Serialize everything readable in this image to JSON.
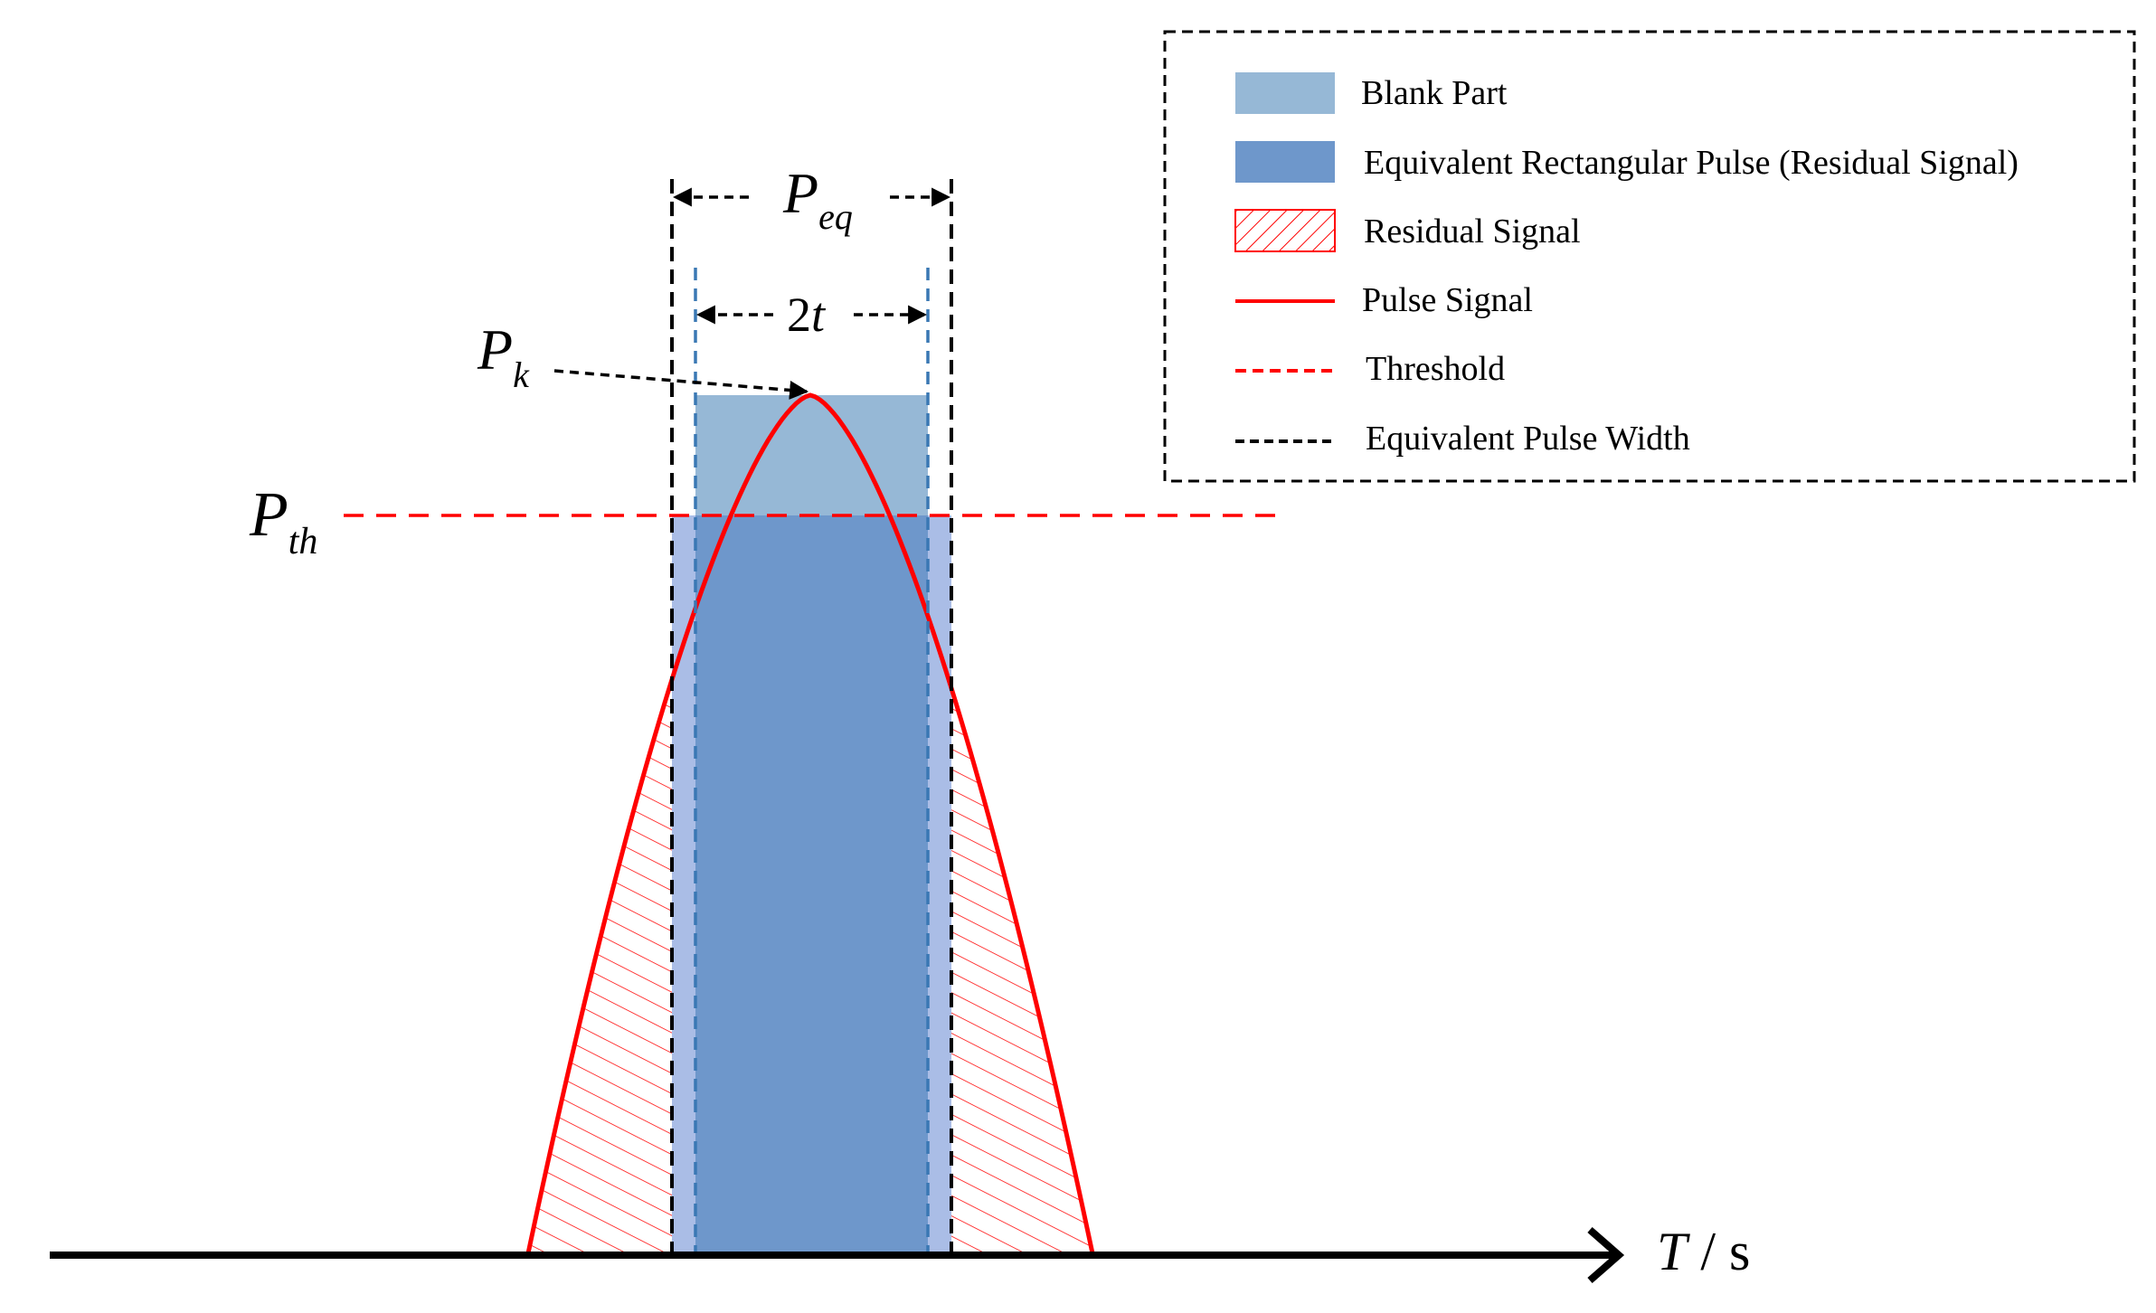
{
  "diagram": {
    "axis": {
      "label_var": "T",
      "label_unit": " / s"
    },
    "annotations": {
      "p_eq": {
        "base": "P",
        "sub": "eq"
      },
      "two_t": {
        "num": "2",
        "var": "t"
      },
      "p_k": {
        "base": "P",
        "sub": "k"
      },
      "p_th": {
        "base": "P",
        "sub": "th"
      }
    },
    "legend": {
      "items": [
        {
          "id": "blank",
          "label": "Blank Part",
          "swatch": "fill",
          "color": "#96b8d6"
        },
        {
          "id": "rect",
          "label": "Equivalent Rectangular Pulse (Residual Signal)",
          "swatch": "fill",
          "color": "#6e97cb"
        },
        {
          "id": "residual",
          "label": "Residual Signal",
          "swatch": "hatch",
          "color": "#ff0000"
        },
        {
          "id": "pulse",
          "label": "Pulse Signal",
          "swatch": "solid-line",
          "color": "#ff0000"
        },
        {
          "id": "threshold",
          "label": "Threshold",
          "swatch": "dashed-line",
          "color": "#ff0000"
        },
        {
          "id": "eqwidth",
          "label": "Equivalent Pulse Width",
          "swatch": "dashed-line",
          "color": "#000000"
        }
      ]
    },
    "colors": {
      "blank_part": "#96b8d6",
      "equivalent_pulse": "#6e97cb",
      "side_band": "#aabde6",
      "pulse_signal": "#ff0000",
      "threshold": "#ff0000",
      "equivalent_width": "#000000",
      "inner_width": "#3a78b4",
      "axis": "#000000"
    }
  }
}
